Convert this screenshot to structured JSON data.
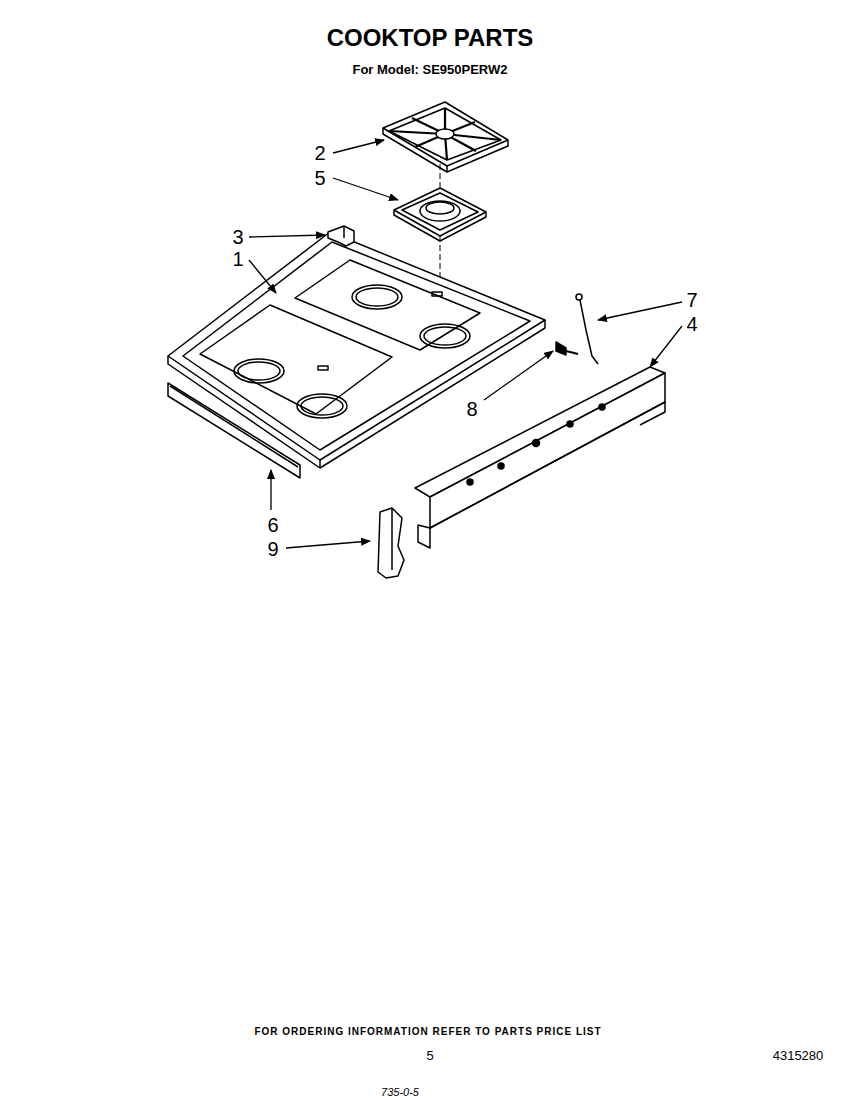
{
  "diagram": {
    "title": "COOKTOP PARTS",
    "labels": [
      "For Model: SE950PERW2",
      "2",
      "5",
      "3",
      "1",
      "7",
      "4",
      "8",
      "6",
      "9",
      "FOR ORDERING INFORMATION REFER TO PARTS PRICE LIST",
      "5",
      "4315280",
      "735-0-5"
    ]
  }
}
